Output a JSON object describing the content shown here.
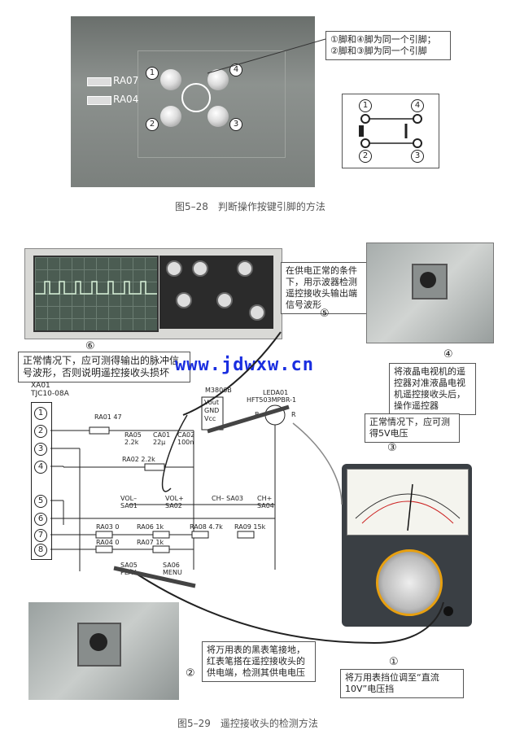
{
  "fig28": {
    "photo_labels": {
      "ra07": "RA07",
      "ra04": "RA04"
    },
    "pins": [
      "1",
      "2",
      "3",
      "4"
    ],
    "callout_line1": "①脚和④脚为同一个引脚；",
    "callout_line2": "②脚和③脚为同一个引脚",
    "caption": "图5–28　判断操作按键引脚的方法"
  },
  "fig29": {
    "caption": "图5–29　遥控接收头的检测方法",
    "watermark": "www.jdwxw.cn",
    "callout5": {
      "num": "⑤",
      "text": "在供电正常的条件下，用示波器检测遥控接收头输出端信号波形"
    },
    "callout6": {
      "num": "⑥",
      "text": "正常情况下，应可测得输出的脉冲信号波形，否则说明遥控接收头损坏"
    },
    "callout4": {
      "num": "④",
      "text": "将液晶电视机的遥控器对准液晶电视机遥控接收头后，操作遥控器"
    },
    "callout3": {
      "num": "③",
      "text": "正常情况下，应可测得5V电压"
    },
    "callout2": {
      "num": "②",
      "text": "将万用表的黑表笔接地，红表笔搭在遥控接收头的供电端，检测其供电电压"
    },
    "callout1": {
      "num": "①",
      "text": "将万用表挡位调至“直流10V”电压挡"
    },
    "schematic": {
      "xa01": "XA01",
      "tjc": "TJC10-08A",
      "connector_pins": [
        "1",
        "2",
        "3",
        "4",
        "5",
        "6",
        "7",
        "8"
      ],
      "ra01": "RA01  47",
      "ra05": "RA05 2.2k",
      "ca01": "CA01 22μ",
      "ca02": "CA02 100n",
      "ra02": "RA02  2.2k",
      "ic": "M3806B",
      "ic_pins": [
        "Vout",
        "GND",
        "Vcc"
      ],
      "led_name": "LEDA01",
      "led_part": "HFT503MPBR-1",
      "led_b": "B",
      "led_r": "R",
      "switches": [
        "VOL– SA01",
        "VOL+ SA02",
        "CH– SA03",
        "CH+ SA04",
        "SA05 PLAY",
        "SA06 MENU"
      ],
      "ra03": "RA03  0",
      "ra04": "RA04  0",
      "ra06": "RA06  1k",
      "ra07": "RA07  1k",
      "ra08": "RA08  4.7k",
      "ra09": "RA09  15k"
    }
  }
}
